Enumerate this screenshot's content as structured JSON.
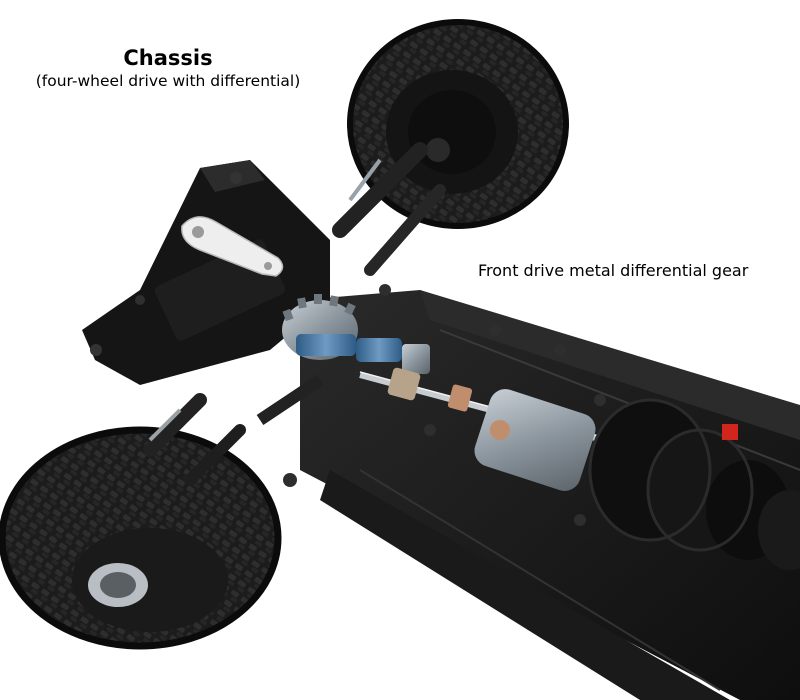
{
  "caption": {
    "title": "Chassis",
    "subtitle": "(four-wheel drive with differential)"
  },
  "callout": {
    "label": "Front drive metal differential gear"
  },
  "colors": {
    "background": "#ffffff",
    "chassis": "#141414",
    "tire": "#1c1c1c",
    "gear_metal": "#8c969e",
    "blue_parts": "#3f6e9a",
    "servo_horn": "#eeeeee",
    "accent_red": "#d2261d"
  }
}
